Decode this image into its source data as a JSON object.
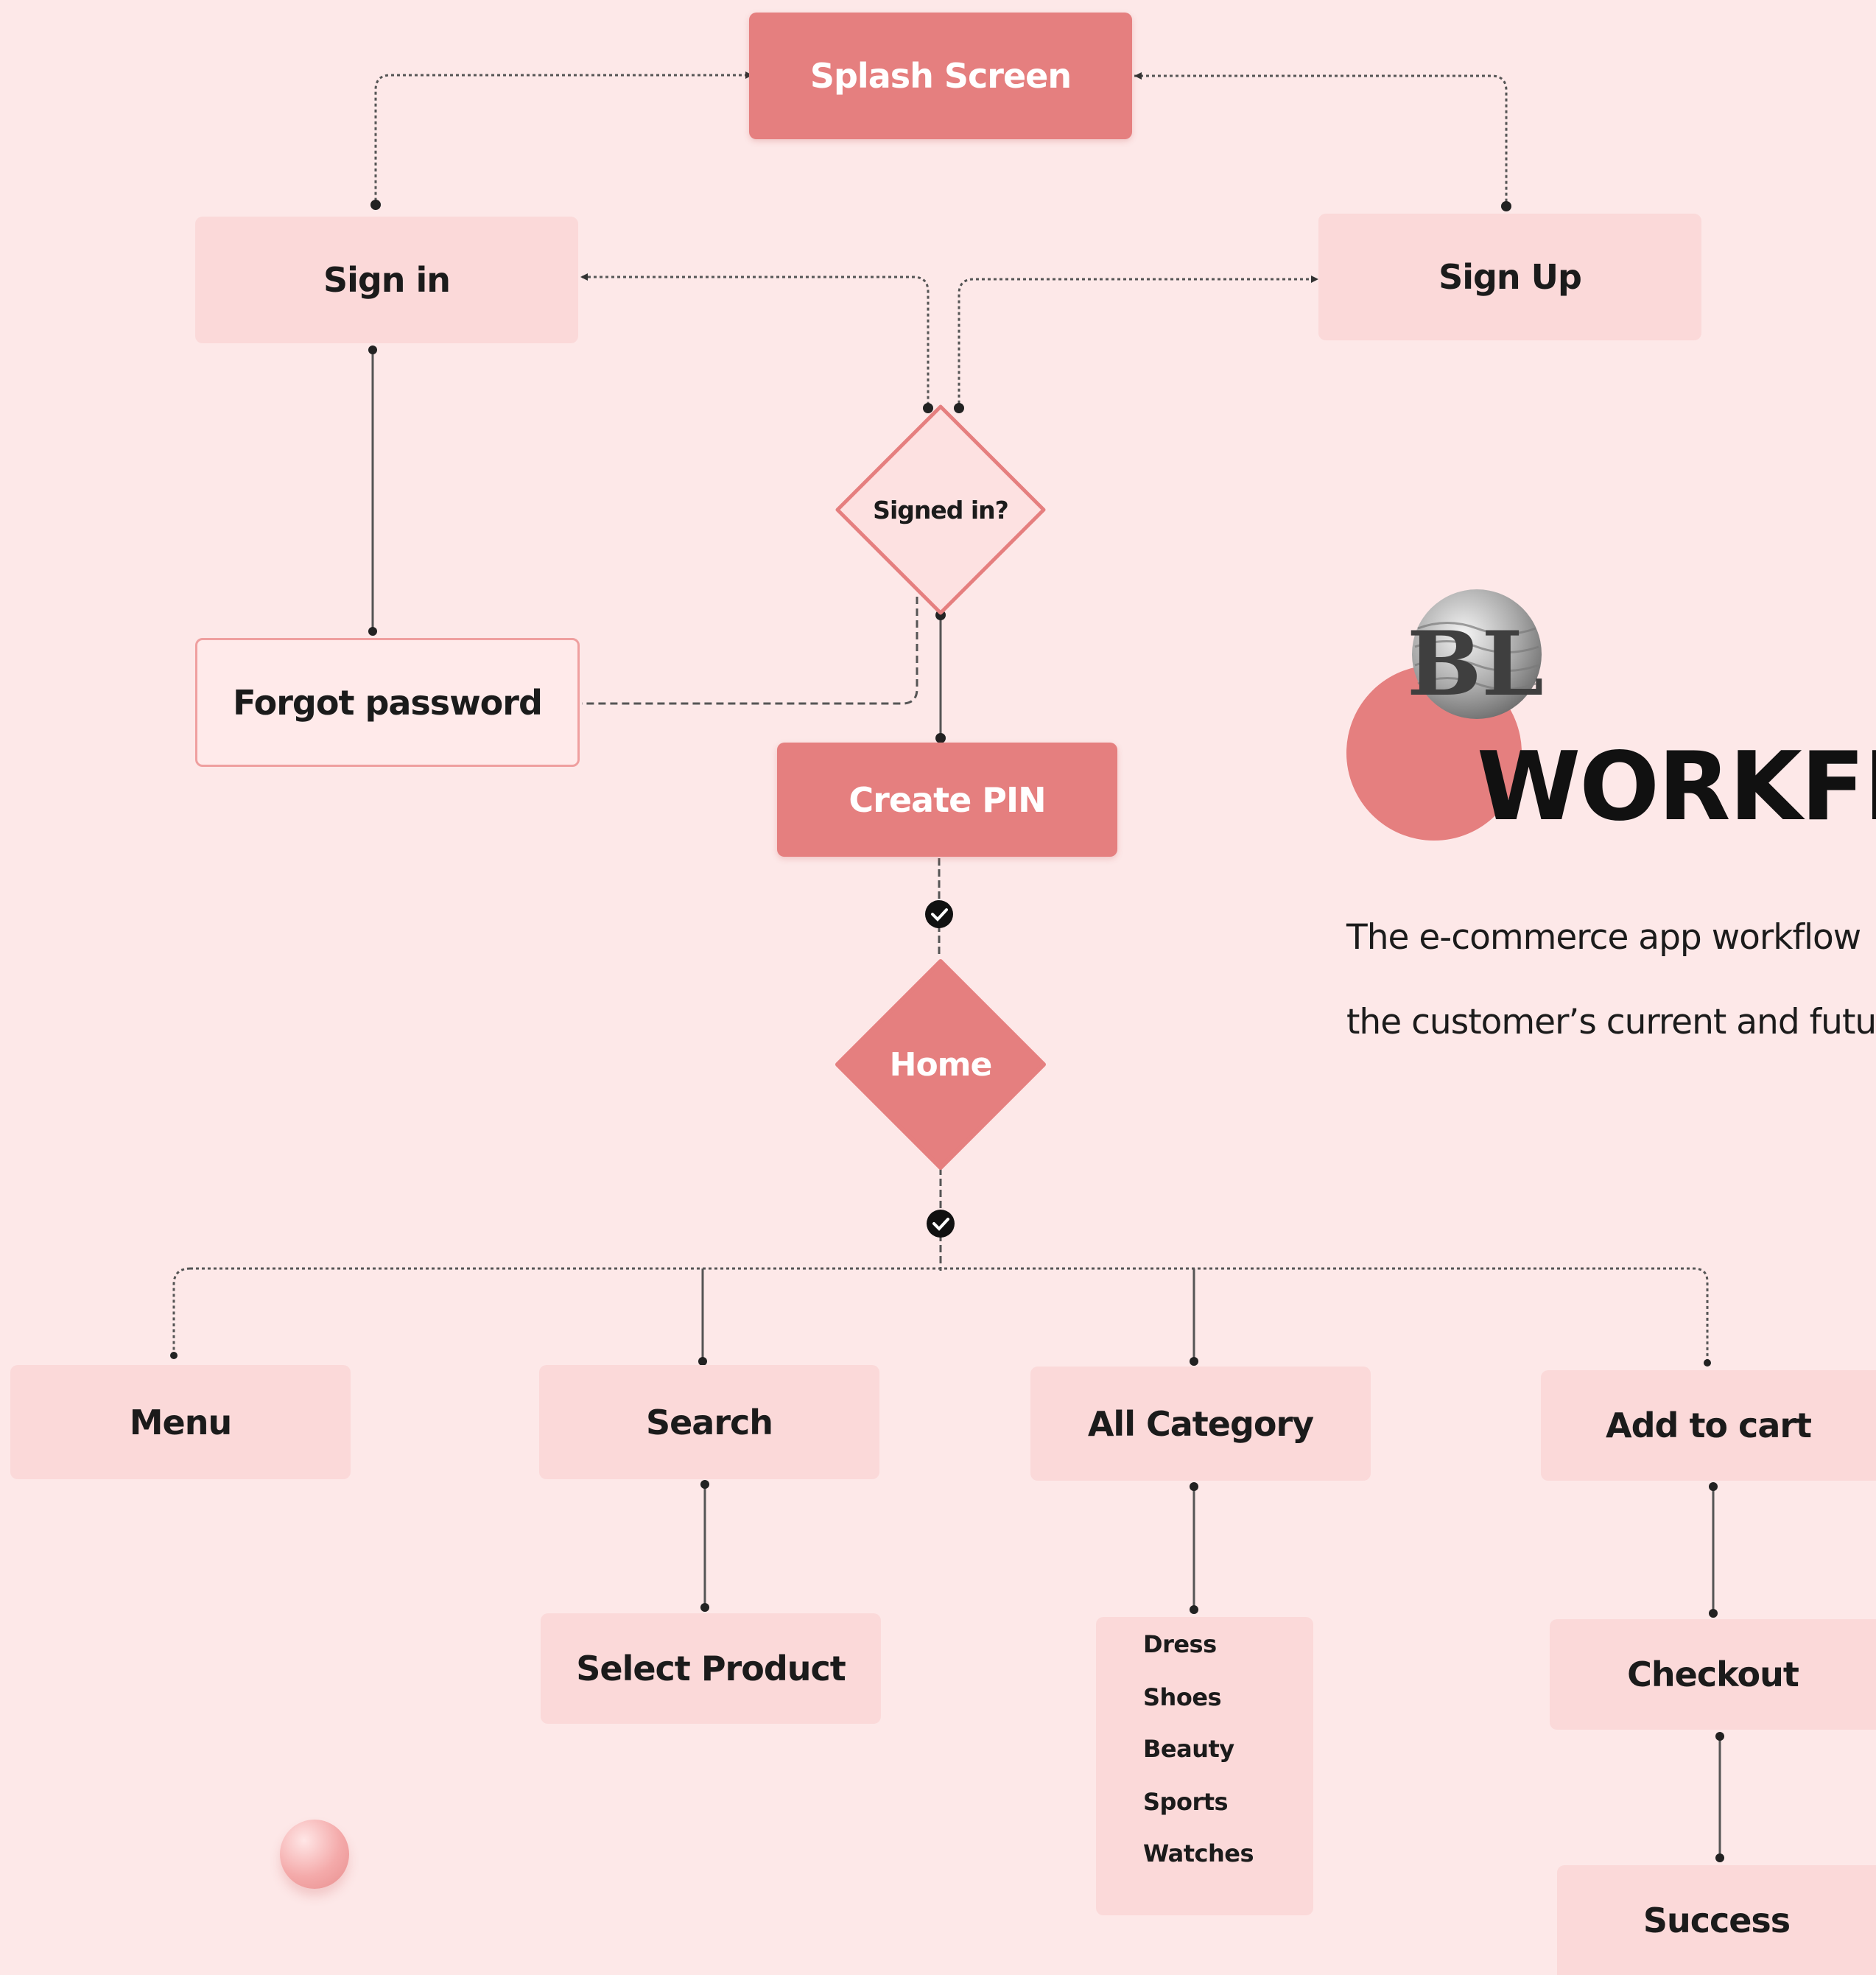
{
  "nodes": {
    "splash": "Splash Screen",
    "sign_in": "Sign in",
    "sign_up": "Sign Up",
    "signed_in": "Signed in?",
    "forgot": "Forgot password",
    "create_pin": "Create PIN",
    "home": "Home",
    "menu": "Menu",
    "search": "Search",
    "all_category": "All Category",
    "add_to_cart": "Add to cart",
    "select_product": "Select Product",
    "checkout": "Checkout",
    "success": "Success"
  },
  "categories": [
    "Dress",
    "Shoes",
    "Beauty",
    "Sports",
    "Watches"
  ],
  "heading": {
    "title": "WORKFL",
    "line1": "The e-commerce app workflow",
    "line2": "the customer’s current and futu"
  },
  "logo": {
    "letters": "BL"
  },
  "colors": {
    "accent": "#e57f7f",
    "background": "#fde8e8",
    "light_box": "#fbd9d9"
  }
}
